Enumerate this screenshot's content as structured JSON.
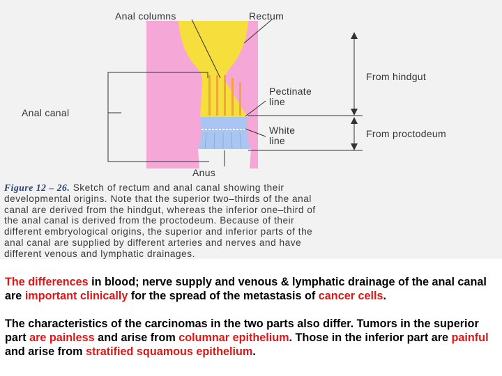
{
  "figure": {
    "labels": {
      "anal_columns": "Anal columns",
      "rectum": "Rectum",
      "from_hindgut": "From hindgut",
      "pectinate_line_1": "Pectinate",
      "pectinate_line_2": "line",
      "anal_canal": "Anal canal",
      "white_line_1": "White",
      "white_line_2": "line",
      "from_proctodeum": "From proctodeum",
      "anus": "Anus"
    },
    "colors": {
      "tissue": "#f5a8d8",
      "hindgut": "#f6de3c",
      "proctodeum": "#a9c6f2",
      "background": "#f2f2f2"
    },
    "caption": {
      "figure_label": "Figure 12 – 26.",
      "lines": [
        "Sketch of rectum and anal canal showing their",
        "developmental origins. Note that the superior two–thirds of the anal",
        "canal are derived from the hindgut, whereas the inferior one–third of",
        "the anal canal is derived from the proctodeum. Because of their",
        "different embryological origins, the superior and inferior parts of the",
        "anal canal are supplied by different arteries and nerves and have",
        "different venous and lymphatic drainages."
      ]
    }
  },
  "notes": {
    "paragraph1": {
      "s1": "The differences",
      "s2": " in blood; nerve supply and venous & lymphatic drainage of the anal canal are ",
      "s3": "important clinically",
      "s4": " for the spread of the metastasis of ",
      "s5": "cancer cells",
      "s6": "."
    },
    "paragraph2": {
      "s1": "The characteristics of the carcinomas in the two parts also differ. Tumors in the superior part ",
      "s2": "are painless",
      "s3": " and arise from ",
      "s4": "columnar epithelium",
      "s5": ". Those in the inferior part are ",
      "s6": "painful",
      "s7": " and arise from ",
      "s8": "stratified squamous epithelium",
      "s9": "."
    }
  }
}
